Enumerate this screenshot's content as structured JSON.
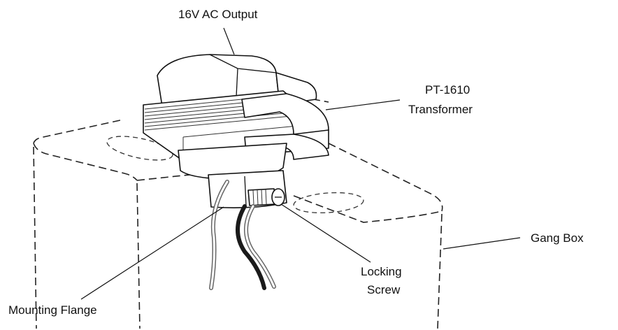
{
  "labels": {
    "output": "16V AC Output",
    "transformer_line1": "PT-1610",
    "transformer_line2": "Transformer",
    "gang_box": "Gang Box",
    "locking_screw_line1": "Locking",
    "locking_screw_line2": "Screw",
    "mounting_flange": "Mounting Flange"
  }
}
